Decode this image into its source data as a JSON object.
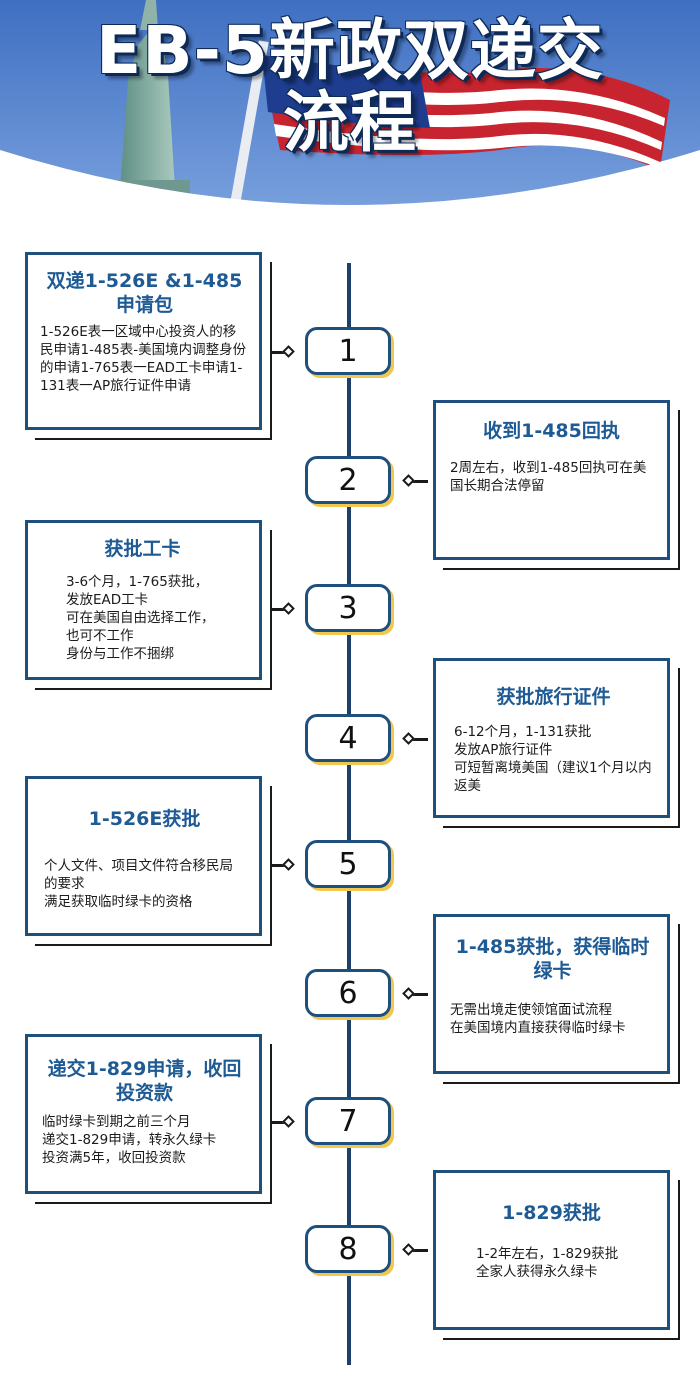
{
  "header": {
    "title_line1": "EB-5新政双递交",
    "title_line2": "流程"
  },
  "colors": {
    "accent": "#1f4f7d",
    "heading": "#1e5a94",
    "header_sky": "#4a77c4"
  },
  "steps": [
    {
      "number": "1",
      "title": "双递1-526E &1-485申请包",
      "text": "1-526E表一区域中心投资人的移民申请1-485表-美国境内调整身份的申请1-765表一EAD工卡申请1-131表一AP旅行证件申请"
    },
    {
      "number": "2",
      "title": "收到1-485回执",
      "text": "2周左右，收到1-485回执可在美国长期合法停留"
    },
    {
      "number": "3",
      "title": "获批工卡",
      "text": "3-6个月，1-765获批，\n发放EAD工卡\n可在美国自由选择工作，\n也可不工作\n身份与工作不捆绑"
    },
    {
      "number": "4",
      "title": "获批旅行证件",
      "text": "6-12个月，1-131获批\n发放AP旅行证件\n可短暂离境美国（建议1个月以内返美"
    },
    {
      "number": "5",
      "title": "1-526E获批",
      "text": "个人文件、项目文件符合移民局的要求\n满足获取临时绿卡的资格"
    },
    {
      "number": "6",
      "title": "1-485获批，获得临时绿卡",
      "text": "无需出境走使领馆面试流程\n在美国境内直接获得临时绿卡"
    },
    {
      "number": "7",
      "title": "递交1-829申请，收回投资款",
      "text": "临时绿卡到期之前三个月\n递交1-829申请，转永久绿卡\n投资满5年，收回投资款"
    },
    {
      "number": "8",
      "title": "1-829获批",
      "text": "1-2年左右，1-829获批\n全家人获得永久绿卡"
    }
  ]
}
